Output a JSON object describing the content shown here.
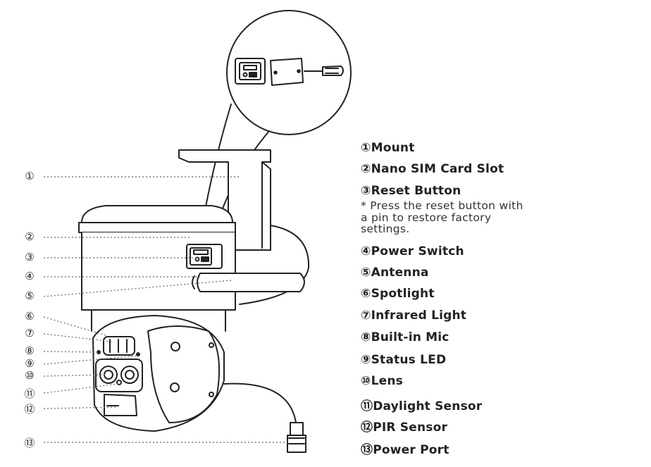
{
  "callouts": [
    {
      "num": "①",
      "label": "Mount"
    },
    {
      "num": "②",
      "label": "Nano SIM Card Slot"
    },
    {
      "num": "③",
      "label": "Reset Button"
    },
    {
      "num": "④",
      "label": "Power Switch"
    },
    {
      "num": "⑤",
      "label": "Antenna"
    },
    {
      "num": "⑥",
      "label": "Spotlight"
    },
    {
      "num": "⑦",
      "label": "Infrared Light"
    },
    {
      "num": "⑧",
      "label": "Built-in Mic"
    },
    {
      "num": "⑨",
      "label": "Status LED"
    },
    {
      "num": "⑩",
      "label": "Lens"
    },
    {
      "num": "⑪",
      "label": "Daylight Sensor"
    },
    {
      "num": "⑫",
      "label": "PIR Sensor"
    },
    {
      "num": "⑬",
      "label": "Power Port"
    }
  ],
  "reset_note": "* Press the reset button with a pin to restore factory settings."
}
